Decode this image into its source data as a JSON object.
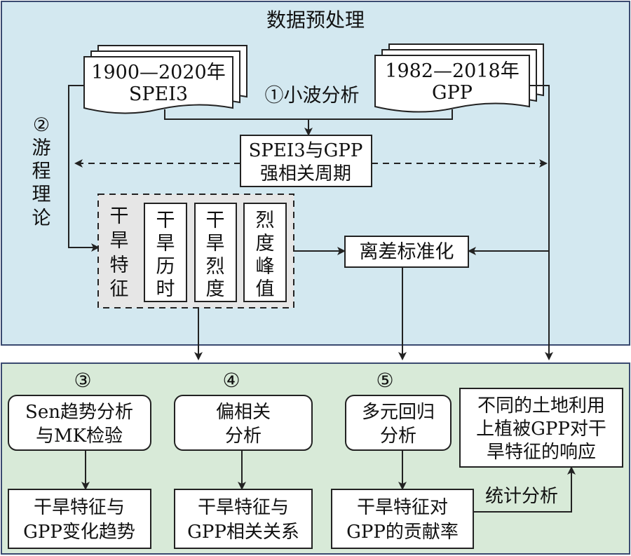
{
  "panels": {
    "top_title": "数据预处理"
  },
  "inputs": {
    "speid": [
      "1900—2020年",
      "SPEI3"
    ],
    "gpp": [
      "1982—2018年",
      "GPP"
    ]
  },
  "steps": {
    "wavelet": "①小波分析",
    "run_theory_num": "②",
    "run_theory": [
      "游",
      "程",
      "理",
      "论"
    ],
    "corr_period": [
      "SPEI3与GPP",
      "强相关周期"
    ],
    "drought_char": [
      "干",
      "旱",
      "特",
      "征"
    ],
    "duration": [
      "干",
      "旱",
      "历",
      "时"
    ],
    "intensity": [
      "干",
      "旱",
      "烈",
      "度"
    ],
    "peak": [
      "烈",
      "度",
      "峰",
      "值"
    ],
    "standardize": "离差标准化",
    "num3": "③",
    "num4": "④",
    "num5": "⑤",
    "sen": [
      "Sen趋势分析",
      "与MK检验"
    ],
    "partial": [
      "偏相关",
      "分析"
    ],
    "regression": [
      "多元回归",
      "分析"
    ],
    "landuse": [
      "不同的土地利用",
      "上植被GPP对干",
      "旱特征的响应"
    ],
    "trend_result": [
      "干旱特征与",
      "GPP变化趋势"
    ],
    "corr_result": [
      "干旱特征与",
      "GPP相关关系"
    ],
    "contrib_result": [
      "干旱特征对",
      "GPP的贡献率"
    ],
    "stats": "统计分析"
  },
  "colors": {
    "top_panel_bg": "#d3e8f0",
    "bottom_panel_bg": "#d8ead8",
    "dashed_group_bg": "#e6e6e6",
    "stroke": "#222222"
  }
}
